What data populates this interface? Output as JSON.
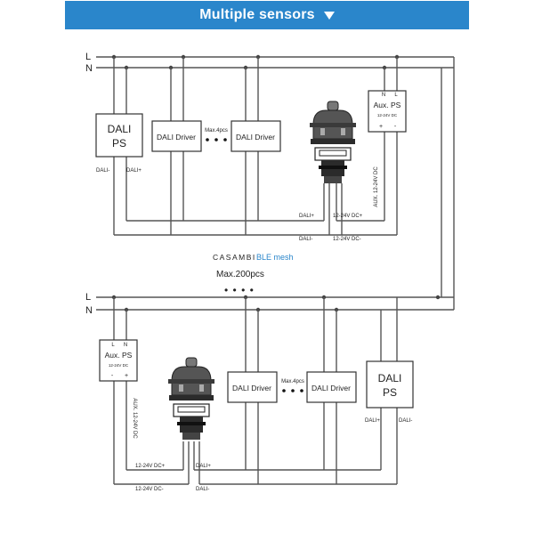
{
  "banner": {
    "title": "Multiple sensors",
    "arrow_icon": "triangle-down-icon",
    "color": "#2a86cb"
  },
  "lines": {
    "l": "L",
    "n": "N"
  },
  "top": {
    "dali_ps": {
      "line1": "DALI",
      "line2": "PS",
      "dali_minus": "DALI-",
      "dali_plus": "DALI+"
    },
    "driver1": "DALI Driver",
    "driver2": "DALI Driver",
    "max_drivers": "Max.4pcs",
    "aux_ps": {
      "n": "N",
      "l": "L",
      "title": "Aux. PS",
      "sub": "12-24V DC",
      "plus": "+",
      "minus": "-",
      "vertical": "AUX. 12-24V DC"
    },
    "sensor_labels": {
      "dali_plus": "DALI+",
      "dc_plus": "12-24V DC+",
      "dali_minus": "DALI-",
      "dc_minus": "12-24V DC-"
    }
  },
  "middle": {
    "brand": "CASAMBI",
    "mesh": "BLE mesh",
    "max": "Max.200pcs",
    "dots": "• • • •",
    "brand_color": "#2a86cb"
  },
  "bottom": {
    "aux_ps": {
      "l": "L",
      "n": "N",
      "title": "Aux. PS",
      "sub": "12-24V DC",
      "minus": "-",
      "plus": "+",
      "vertical": "AUX. 12-24V DC"
    },
    "driver1": "DALI Driver",
    "driver2": "DALI Driver",
    "max_drivers": "Max.4pcs",
    "dali_ps": {
      "line1": "DALI",
      "line2": "PS",
      "dali_plus": "DALI+",
      "dali_minus": "DALI-"
    },
    "sensor_labels": {
      "dc_plus": "12-24V DC+",
      "dali_plus": "DALI+",
      "dc_minus": "12-24V DC-",
      "dali_minus": "DALI-"
    }
  }
}
